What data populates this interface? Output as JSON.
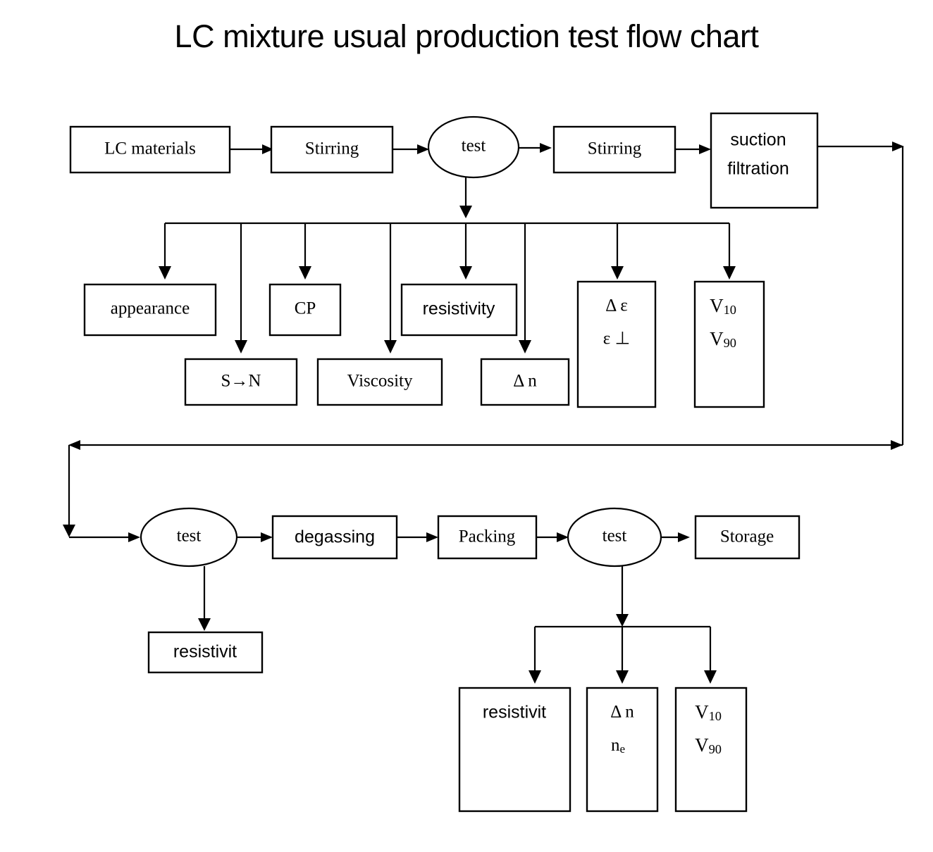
{
  "title": "LC mixture usual production test flow chart",
  "diagram": {
    "type": "flowchart",
    "orientation": "left-to-right with wrap",
    "nodes": {
      "lc_materials": "LC materials",
      "stirring_1": "Stirring",
      "test_1": "test",
      "stirring_2": "Stirring",
      "suction_filtration_line1": "suction",
      "suction_filtration_line2": "filtration",
      "appearance": "appearance",
      "cp": "CP",
      "resistivity": "resistivity",
      "s_to_n": "S→N",
      "viscosity": "Viscosity",
      "delta_n_upper": "Δ n",
      "delta_eps_line1": "Δ  ε",
      "delta_eps_line2": "ε  ⊥",
      "v_upper_line1_base": "V",
      "v_upper_line1_sub": "10",
      "v_upper_line2_base": "V",
      "v_upper_line2_sub": "90",
      "test_2": "test",
      "degassing": "degassing",
      "packing": "Packing",
      "test_3": "test",
      "storage": "Storage",
      "resistivit_left": "resistivit",
      "resistivit_bottom": "resistivit",
      "delta_n_bottom": "Δ n",
      "n_e_base": "n",
      "n_e_sub": "e",
      "v_bottom_line1_base": "V",
      "v_bottom_line1_sub": "10",
      "v_bottom_line2_base": "V",
      "v_bottom_line2_sub": "90"
    },
    "colors": {
      "stroke": "#000000",
      "fill": "#ffffff",
      "text": "#000000"
    }
  }
}
